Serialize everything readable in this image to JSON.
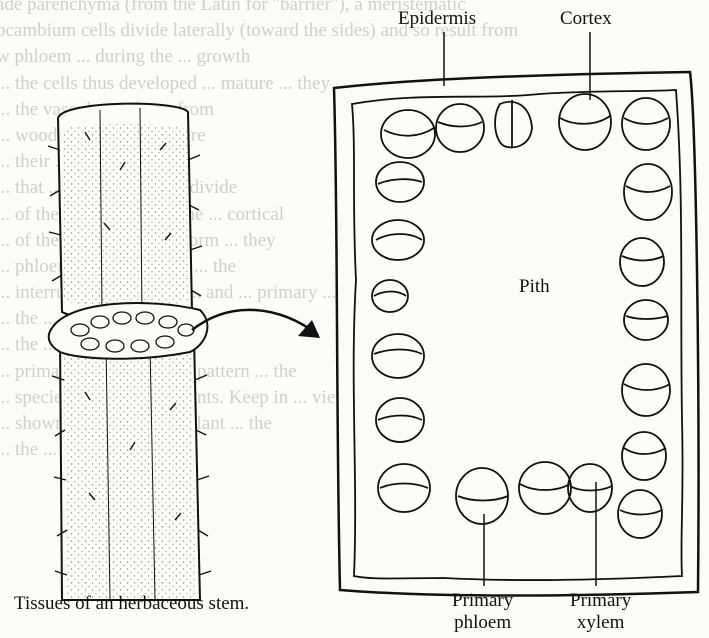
{
  "labels": {
    "epidermis": "Epidermis",
    "cortex": "Cortex",
    "pith": "Pith",
    "primary_phloem": [
      "Primary",
      "phloem"
    ],
    "primary_xylem": [
      "Primary",
      "xylem"
    ]
  },
  "caption": "Tissues of an herbaceous stem.",
  "background_text": [
    "ade parenchyma (from the Latin for \"barrier\"), a meristematic",
    "ocambium cells divide laterally (toward the sides) and so result from",
    "w phloem ... during the ... growth",
    "... the cells thus developed ... mature ... they",
    "... the vascular ... the ... from",
    "... wood ... in stems ... there",
    "... their ... the ... area",
    "... that ... inactive ... to ... divide",
    "... of the ... fascicular ... the ... cortical",
    "... of these ... primary ... form ... they",
    "... phloem ... and ... wood ... the",
    "... interrupted ... primary ... and ... primary ...",
    "... the ... and ... the ...",
    "... the ... to ... the",
    "... primary ... in ... stem ... pattern ... the",
    "... species of flowering plants. Keep in ... views of",
    "... shown in the ... any ... plant ... the",
    "... the ... three ... tissue"
  ]
}
